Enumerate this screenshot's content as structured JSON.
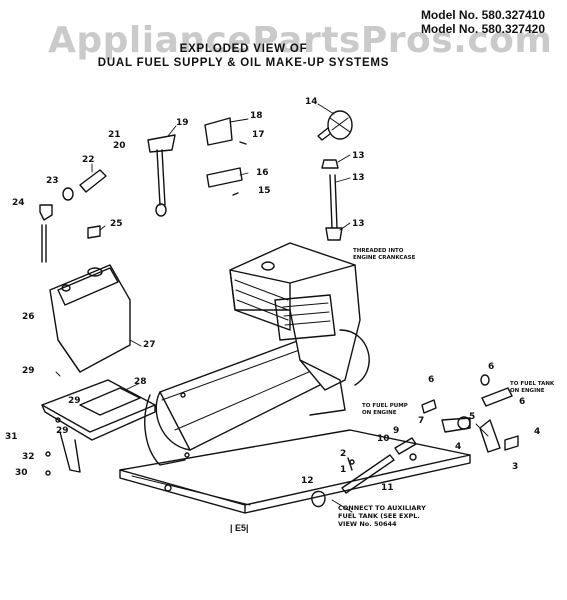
{
  "header": {
    "watermark": "AppliancePartsPros.com",
    "model_line_1": "Model No. 580.327410",
    "model_line_2": "Model No. 580.327420",
    "title_line_1": "EXPLODED VIEW OF",
    "title_line_2": "DUAL FUEL SUPPLY & OIL MAKE-UP SYSTEMS"
  },
  "callouts": {
    "c14": "14",
    "c13a": "13",
    "c13b": "13",
    "c13c": "13",
    "c18": "18",
    "c19": "19",
    "c17": "17",
    "c21": "21",
    "c20": "20",
    "c16": "16",
    "c15": "15",
    "c22": "22",
    "c23": "23",
    "c24": "24",
    "c25": "25",
    "c26": "26",
    "c27": "27",
    "c29a": "29",
    "c28": "28",
    "c29b": "29",
    "c29c": "29",
    "c31": "31",
    "c32": "32",
    "c30": "30",
    "c6a": "6",
    "c6b": "6",
    "c6c": "6",
    "c7": "7",
    "c9": "9",
    "c10": "10",
    "c5": "5",
    "c4a": "4",
    "c4b": "4",
    "c3": "3",
    "c11": "11",
    "c12": "12",
    "c2": "2",
    "c1": "1"
  },
  "notes": {
    "threaded_1": "THREADED INTO",
    "threaded_2": "ENGINE CRANKCASE",
    "fuel_pump_1": "TO FUEL PUMP",
    "fuel_pump_2": "ON ENGINE",
    "fuel_tank_1": "TO FUEL TANK",
    "fuel_tank_2": "ON ENGINE",
    "aux_1": "CONNECT TO AUXILIARY",
    "aux_2": "FUEL TANK (SEE EXPL.",
    "aux_3": "VIEW No. 50644"
  },
  "figure_mark": "| E5|"
}
